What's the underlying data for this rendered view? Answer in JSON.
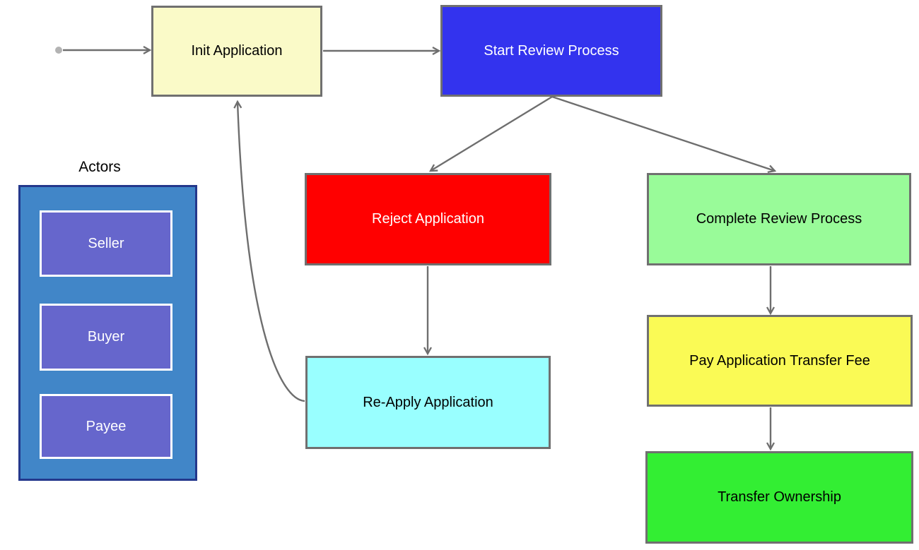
{
  "diagram": {
    "nodes": [
      {
        "label": "Init Application",
        "bg": "#FAFAC8",
        "text_color": "#000000"
      },
      {
        "label": "Start Review Process",
        "bg": "#3333EE",
        "text_color": "#FFFFFF"
      },
      {
        "label": "Reject Application",
        "bg": "#FF0000",
        "text_color": "#FFFFFF"
      },
      {
        "label": "Complete Review Process",
        "bg": "#99FB99",
        "text_color": "#000000"
      },
      {
        "label": "Re-Apply Application",
        "bg": "#99FFFF",
        "text_color": "#000000"
      },
      {
        "label": "Pay Application Transfer Fee",
        "bg": "#FAFA55",
        "text_color": "#000000"
      },
      {
        "label": "Transfer Ownership",
        "bg": "#33EE33",
        "text_color": "#000000"
      }
    ],
    "actors": {
      "title": "Actors",
      "members": [
        {
          "label": "Seller"
        },
        {
          "label": "Buyer"
        },
        {
          "label": "Payee"
        }
      ],
      "container_bg": "#4186C8",
      "container_border": "#24388C",
      "member_bg": "#6666CC",
      "member_text_color": "#FFFFFF"
    },
    "colors": {
      "edge": "#6E6E6E",
      "node_border": "#707070",
      "start_dot": "#B3B3B3"
    }
  }
}
